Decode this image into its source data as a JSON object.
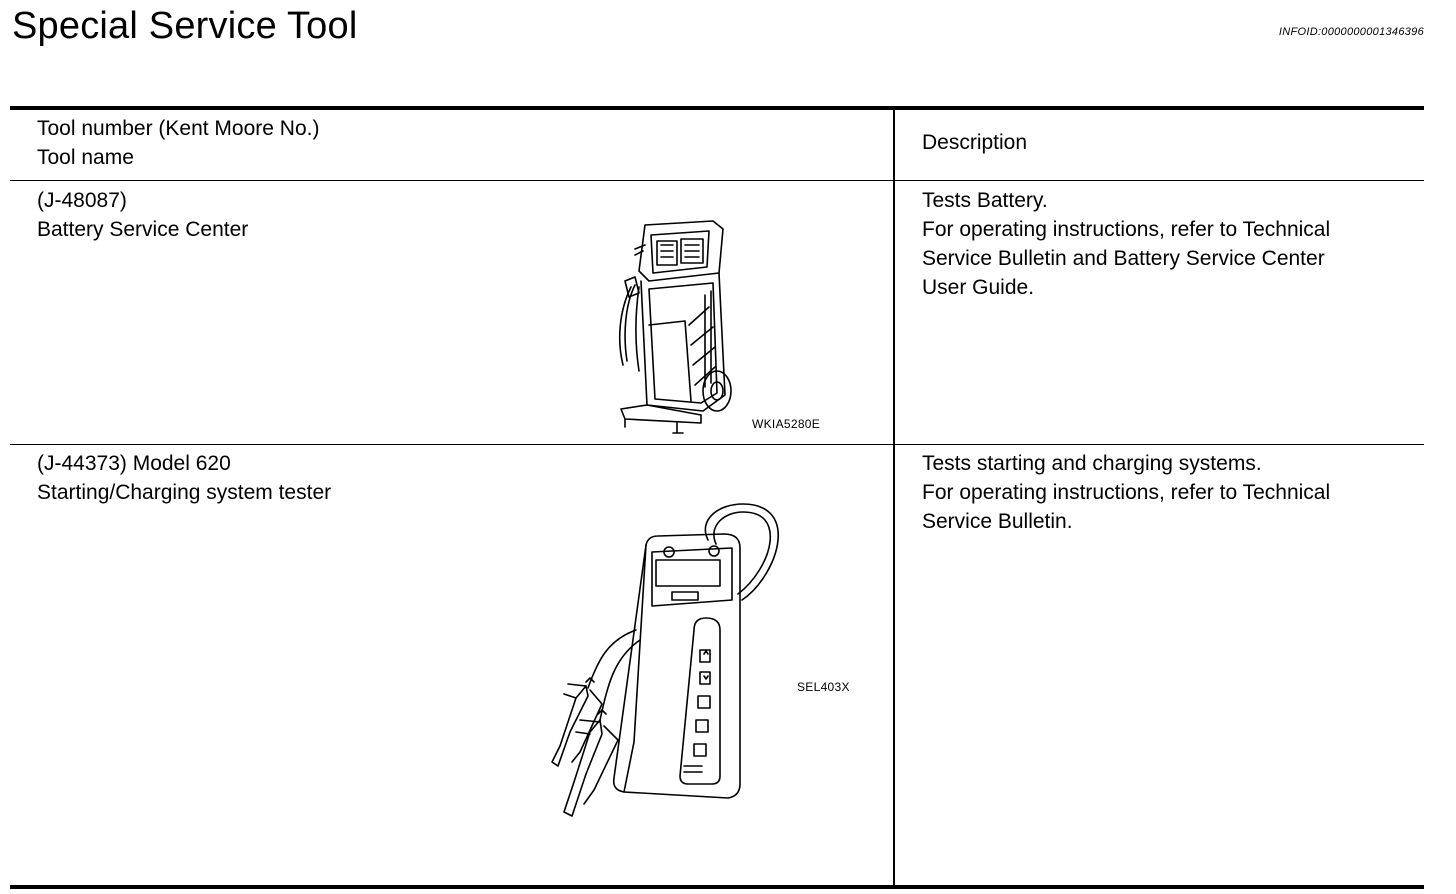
{
  "page": {
    "title": "Special Service Tool",
    "info_id": "INFOID:0000000001346396"
  },
  "table": {
    "headers": {
      "tool_line1": "Tool number (Kent Moore No.)",
      "tool_line2": "Tool name",
      "description": "Description"
    },
    "rows": [
      {
        "tool_number": "(J-48087)",
        "tool_name": "Battery Service Center",
        "figure_code": "WKIA5280E",
        "figure_icon": "battery-service-center-illustration",
        "description": [
          "Tests Battery.",
          "For operating instructions, refer to Technical",
          "Service Bulletin and Battery Service Center",
          "User Guide."
        ]
      },
      {
        "tool_number": "(J-44373) Model 620",
        "tool_name": "Starting/Charging system tester",
        "figure_code": "SEL403X",
        "figure_icon": "starting-charging-tester-illustration",
        "description": [
          "Tests starting and charging systems.",
          "For operating instructions, refer to Technical",
          "Service Bulletin."
        ]
      }
    ]
  }
}
